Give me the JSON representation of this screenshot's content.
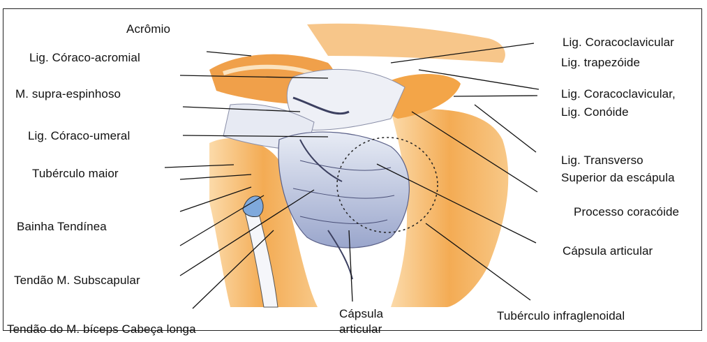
{
  "labels": {
    "acromio": "Acrômio",
    "coraco_acromial": "Lig. Córaco-acromial",
    "supra_espinhoso": "M. supra-espinhoso",
    "coraco_umeral": "Lig. Córaco-umeral",
    "tuberculo_maior": "Tubérculo maior",
    "bainha": "Bainha Tendínea",
    "subscapular": "Tendão M. Subscapular",
    "biceps": "Tendão do M. bíceps Cabeça longa",
    "capsula_bottom_1": "Cápsula",
    "capsula_bottom_2": "articular",
    "infraglenoidal": "Tubérculo infraglenoidal",
    "coracoclavicular_1": "Lig. Coracoclavicular",
    "trapezoide": "Lig. trapezóide",
    "coracoclavicular_2": "Lig. Coracoclavicular,",
    "conoide": "Lig. Conóide",
    "transverso_1": "Lig. Transverso",
    "transverso_2": "Superior da escápula",
    "coracoide": "Processo coracóide",
    "capsula_right": "Cápsula articular"
  },
  "colors": {
    "bone_orange": "#f2a241",
    "bone_light": "#fbd6a0",
    "ligament_white": "#eef0f6",
    "capsule_blue": "#aeb9d8",
    "shadow": "#3c4060",
    "line": "#111111"
  }
}
